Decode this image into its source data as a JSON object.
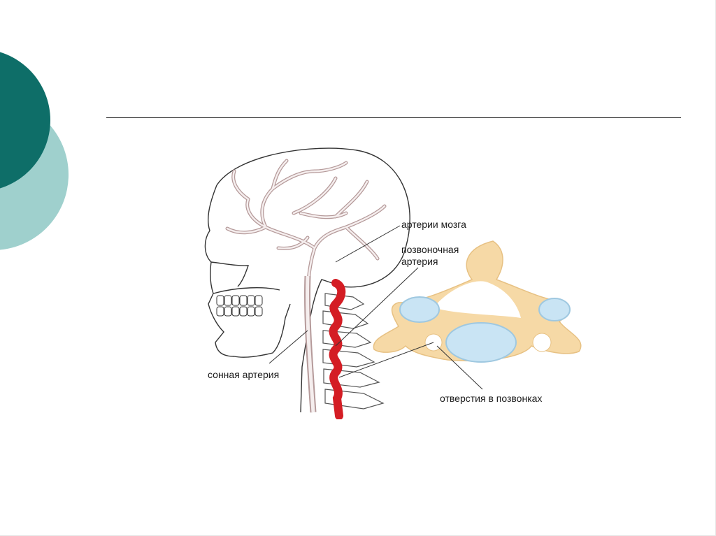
{
  "slide": {
    "theme_colors": {
      "teal_dark": "#0e6e68",
      "teal_light": "#9fd0cd",
      "rule": "#1e1e1e",
      "artery_red": "#d41d24",
      "bone": "#f6d9a6"
    }
  },
  "diagram": {
    "labels": {
      "brain_arteries": "артерии мозга",
      "vertebral_artery_line1": "позвоночная",
      "vertebral_artery_line2": "артерия",
      "carotid_artery": "сонная артерия",
      "vertebral_foramina": "отверстия в позвонках"
    }
  }
}
